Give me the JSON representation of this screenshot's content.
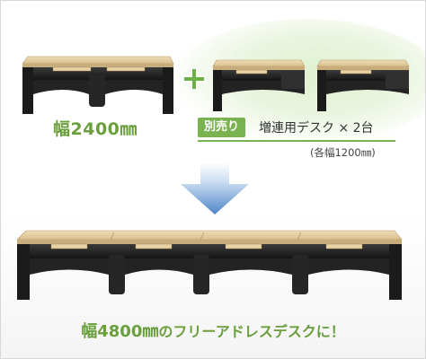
{
  "top_left": {
    "width_label": "幅2400㎜"
  },
  "addon": {
    "badge": "別売り",
    "text": "増連用デスク × 2台",
    "note": "(各幅1200㎜)"
  },
  "result": {
    "width_label": "幅4800㎜",
    "text": "のフリーアドレスデスクに！"
  },
  "colors": {
    "accent_green": "#7ab24f",
    "text_green": "#6a9f3c",
    "desk_top": "#e6cfa4",
    "desk_body": "#2a2a2a",
    "arrow_blue": "#5b8fd0"
  },
  "icons": {
    "plus": "plus-icon",
    "arrow": "arrow-down-icon"
  }
}
